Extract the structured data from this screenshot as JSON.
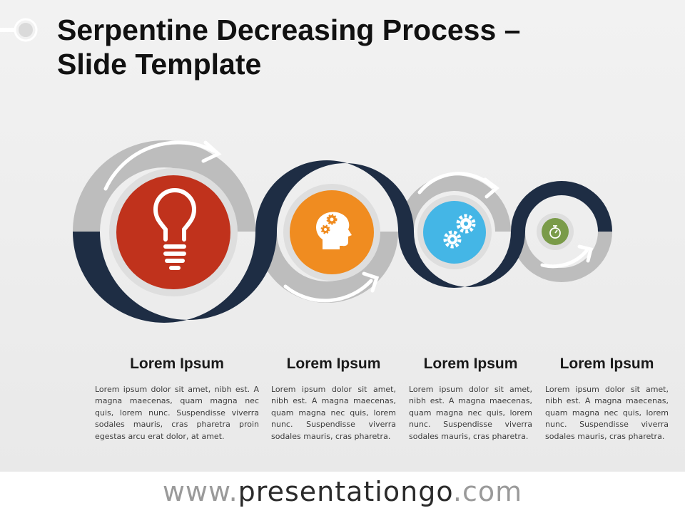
{
  "title": {
    "line1": "Serpentine Decreasing Process –",
    "line2": "Slide Template"
  },
  "colors": {
    "navy": "#1e2d44",
    "gray_ring": "#bdbdbd",
    "step1": "#c0321c",
    "step2": "#f08c20",
    "step3": "#44b6e6",
    "step4": "#7a9b49"
  },
  "steps": [
    {
      "icon": "lightbulb-icon",
      "heading": "Lorem Ipsum",
      "body": "Lorem ipsum dolor sit amet, nibh est. A magna maecenas, quam magna nec quis, lorem nunc. Suspendisse viverra sodales mauris, cras pharetra proin egestas arcu erat dolor, at amet."
    },
    {
      "icon": "head-gears-icon",
      "heading": "Lorem Ipsum",
      "body": "Lorem ipsum dolor sit amet, nibh est. A magna maecenas, quam magna nec quis, lorem nunc. Suspendisse viverra sodales mauris, cras pharetra."
    },
    {
      "icon": "gears-icon",
      "heading": "Lorem Ipsum",
      "body": "Lorem ipsum dolor sit amet, nibh est. A magna maecenas, quam magna nec quis, lorem nunc. Suspendisse viverra sodales mauris, cras pharetra."
    },
    {
      "icon": "stopwatch-icon",
      "heading": "Lorem Ipsum",
      "body": "Lorem ipsum dolor sit amet, nibh est. A magna maecenas, quam magna nec quis, lorem nunc. Suspendisse viverra sodales mauris, cras pharetra."
    }
  ],
  "footer": {
    "prefix": "www.",
    "brand": "presentationgo",
    "suffix": ".com"
  }
}
